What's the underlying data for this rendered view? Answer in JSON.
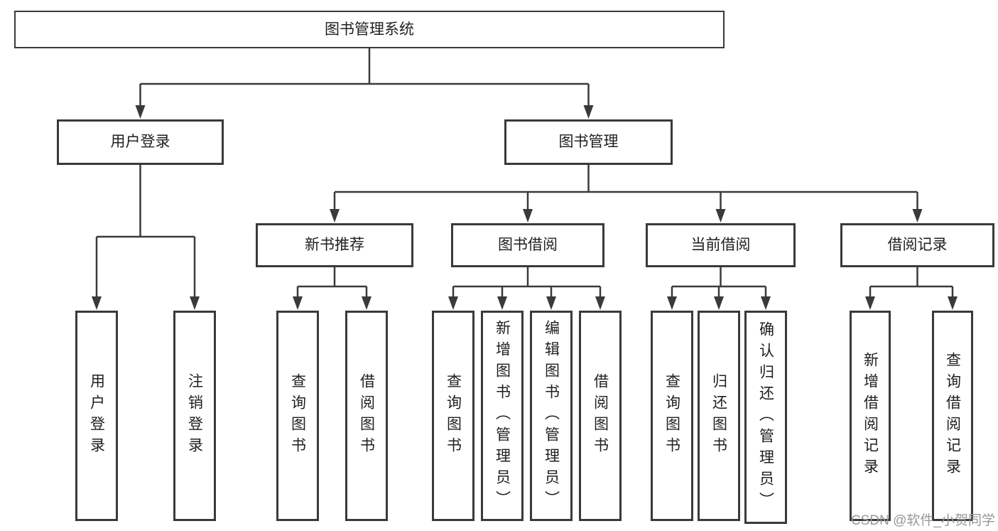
{
  "diagram": {
    "title": "图书管理系统",
    "level2": {
      "user_login": "用户登录",
      "book_mgmt": "图书管理"
    },
    "level3": {
      "new_books": "新书推荐",
      "borrowing": "图书借阅",
      "current": "当前借阅",
      "records": "借阅记录"
    },
    "leaves": {
      "login": "用户登录",
      "logout": "注销登录",
      "nb_query": "查询图书",
      "nb_borrow": "借阅图书",
      "br_query": "查询图书",
      "br_add": "新增图书（管理员）",
      "br_edit": "编辑图书（管理员）",
      "br_borrow": "借阅图书",
      "cu_query": "查询图书",
      "cu_return": "归还图书",
      "cu_confirm": "确认归还（管理员）",
      "re_add": "新增借阅记录",
      "re_query": "查询借阅记录"
    },
    "watermark": "CSDN @软件_小贺同学",
    "colors": {
      "line": "#3a3a3a",
      "text": "#1f1f1f",
      "watermark": "#98989c",
      "background": "#ffffff"
    }
  }
}
